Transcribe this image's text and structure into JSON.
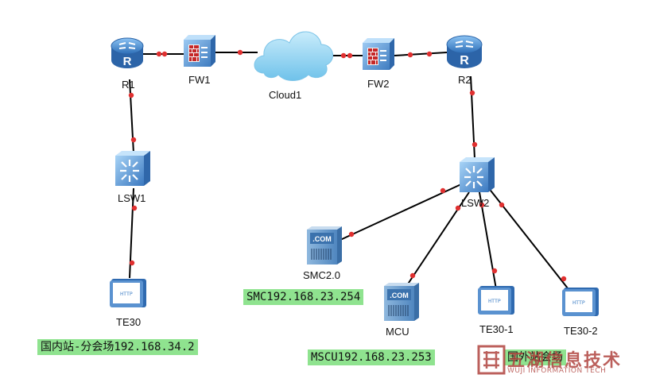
{
  "nodes": {
    "r1": "R1",
    "fw1": "FW1",
    "cloud1": "Cloud1",
    "fw2": "FW2",
    "r2": "R2",
    "lsw1": "LSW1",
    "lsw2": "LSW2",
    "te30": "TE30",
    "smc": "SMC2.0",
    "mcu": "MCU",
    "te30_1": "TE30-1",
    "te30_2": "TE30-2"
  },
  "notes": {
    "domestic_site": "国内站-分会场192.168.34.2",
    "smc_ip": "SMC192.168.23.254",
    "mscu_ip": "MSCU192.168.23.253",
    "foreign_site": "国外站会场"
  },
  "device_text": {
    "router_letter": "R",
    "server_badge": ".COM",
    "terminal_screen": "HTTP"
  },
  "watermark": {
    "main": "五湖信息技术",
    "sub": "WUJI INFORMATION TECH"
  },
  "colors": {
    "link": "#000000",
    "port": "#e03030",
    "device_blue": "#3f7fc6",
    "note_bg": "#8fe38f",
    "watermark": "#b0443f"
  }
}
